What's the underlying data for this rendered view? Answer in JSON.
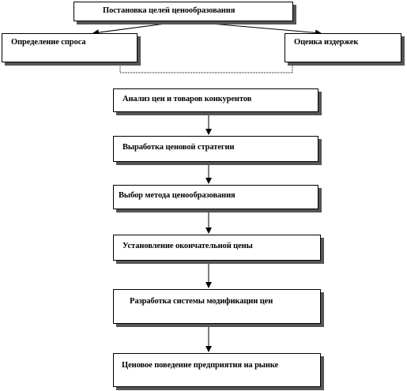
{
  "diagram": {
    "nodes": {
      "top": "Постановка целей ценообразования",
      "left": "Определение  спроса",
      "right": "Оценка издержек",
      "step1": "Анализ цен и товаров конкурентов",
      "step2": "Выработка ценовой стратегии",
      "step3": "Выбор метода ценообразования",
      "step4": "Установление  окончательной цены",
      "step5": "Разработка системы модификации цен",
      "step6": "Ценовое поведение предприятия на рынке"
    },
    "colors": {
      "line": "#000000",
      "shadow": "#555555",
      "background": "#ffffff"
    }
  }
}
